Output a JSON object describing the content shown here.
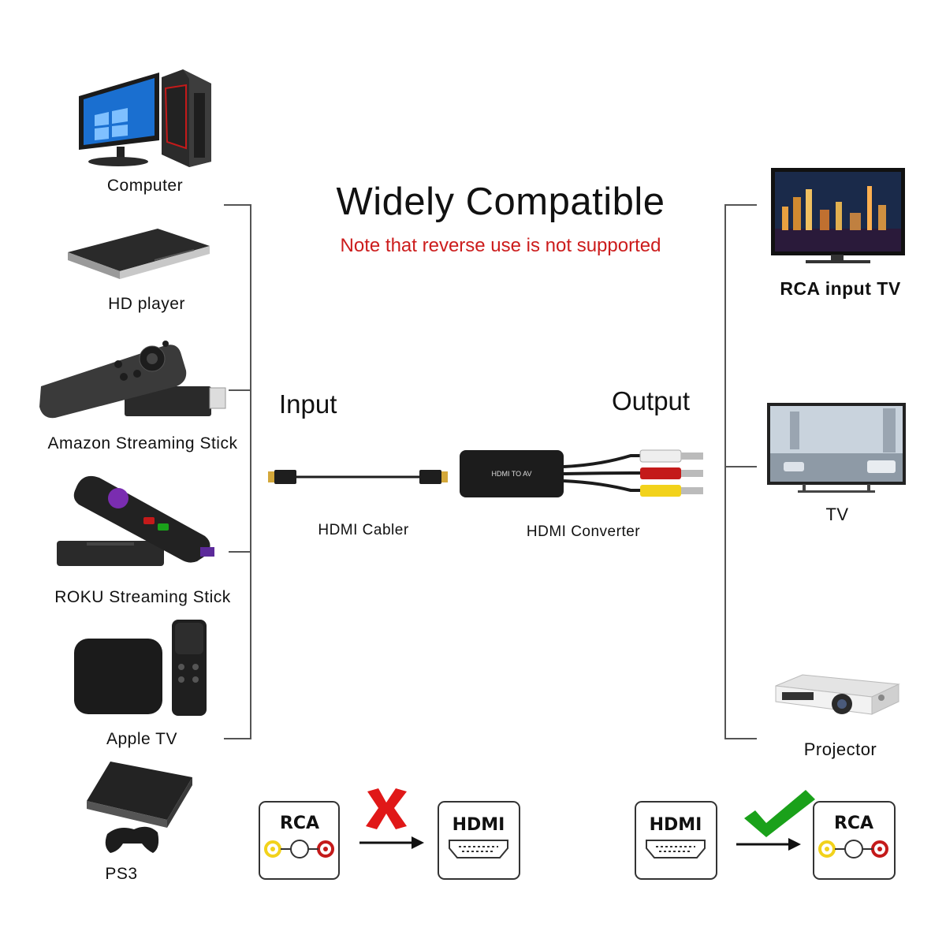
{
  "header": {
    "title": "Widely Compatible",
    "subtitle": "Note that reverse use is not supported"
  },
  "sources": [
    {
      "label": "Computer",
      "icon": "computer-icon"
    },
    {
      "label": "HD player",
      "icon": "hd-player-icon"
    },
    {
      "label": "Amazon Streaming Stick",
      "icon": "amazon-stick-icon"
    },
    {
      "label": "ROKU Streaming Stick",
      "icon": "roku-stick-icon"
    },
    {
      "label": "Apple TV",
      "icon": "apple-tv-icon"
    },
    {
      "label": "PS3",
      "icon": "ps3-icon"
    }
  ],
  "displays": [
    {
      "label": "RCA input TV",
      "icon": "rca-tv-icon"
    },
    {
      "label": "TV",
      "icon": "tv-icon"
    },
    {
      "label": "Projector",
      "icon": "projector-icon"
    }
  ],
  "center": {
    "input_label": "Input",
    "output_label": "Output",
    "cable_label": "HDMI Cabler",
    "converter_label": "HDMI Converter",
    "converter_text": "HDMI TO AV"
  },
  "legend": {
    "unsupported": {
      "from": "RCA",
      "to": "HDMI"
    },
    "supported": {
      "from": "HDMI",
      "to": "RCA"
    }
  },
  "colors": {
    "subtitle": "#cc1c1c",
    "cross": "#e01818",
    "check": "#1aa11a",
    "rca_yellow": "#f2d21b",
    "rca_red": "#c41a1a"
  }
}
